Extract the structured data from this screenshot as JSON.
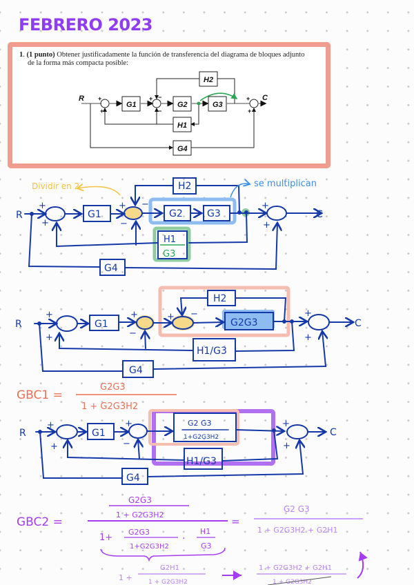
{
  "page": {
    "title": "FEBRERO 2023"
  },
  "problem": {
    "number_mark": "1",
    "points": "(1 punto)",
    "statement_line1": "Obtener justificadamente la función de transferencia del diagrama de bloques adjunto",
    "statement_line2": "de la forma más compacta posible:",
    "diagram": {
      "input": "R",
      "output": "C",
      "blocks": [
        "G1",
        "G2",
        "G3",
        "H1",
        "H2",
        "G4"
      ],
      "signs": {
        "sum1": [
          "+",
          "+"
        ],
        "sum2": [
          "+",
          "-",
          "-"
        ],
        "sum3": [
          "+",
          "+"
        ]
      }
    }
  },
  "step1": {
    "note_divide": "Dividir en 2",
    "note_multiply": "se multiplican",
    "input": "R",
    "output": "C",
    "blocks": {
      "g1": "G1",
      "g2": "G2",
      "g3": "G3",
      "h2": "H2",
      "g4": "G4",
      "h1_num": "H1",
      "h1_den": "G3"
    },
    "signs": {
      "plus": "+",
      "minus": "−"
    }
  },
  "step2": {
    "input": "R",
    "output": "C",
    "blocks": {
      "g1": "G1",
      "h2": "H2",
      "g2g3": "G2G3",
      "h1g3": "H1/G3",
      "g4": "G4"
    },
    "signs": {
      "plus": "+",
      "minus": "−"
    }
  },
  "gbc1": {
    "label": "GBC1 =",
    "numerator": "G2G3",
    "denominator": "1 + G2G3H2"
  },
  "step3": {
    "input": "R",
    "output": "C",
    "blocks": {
      "g1": "G1",
      "bc1_num": "G2 G3",
      "bc1_den": "1+G2G3H2",
      "h1g3": "H1/G3",
      "g4": "G4"
    },
    "signs": {
      "plus": "+",
      "minus": "−"
    }
  },
  "gbc2": {
    "label": "GBC2 =",
    "inner_num": "G2G3",
    "inner_den": "1 + G2G3H2",
    "den_one_plus": "1+",
    "den_frac_num": "G2G3",
    "den_frac_den": "1+G2G3H2",
    "dot": "·",
    "den_h_num": "H1",
    "den_h_den": "G3",
    "equals": "=",
    "result_num": "G2 G3",
    "result_den": "1 + G2G3H2 + G2H1",
    "simplify_one_plus": "1 +",
    "simplify_num": "G2H1",
    "simplify_den": "1 + G2G3H2",
    "combined_num": "1 + G2G3H2 + G2H1",
    "combined_den": "1 + G2G3H2"
  },
  "colors": {
    "title": "#8f3cf2",
    "ink_blue": "#1438a8",
    "problem_border": "#f09c8e",
    "highlight_yellow": "#f7d98a",
    "note_yellow": "#f5c242",
    "highlight_blue": "#8ebcf0",
    "note_blue": "#3a8ee6",
    "highlight_green": "#8fcca0",
    "ink_green": "#2aa655",
    "ink_salmon": "#ec6f55",
    "box_purple": "#b070f0",
    "ink_purple": "#a63cf0"
  }
}
